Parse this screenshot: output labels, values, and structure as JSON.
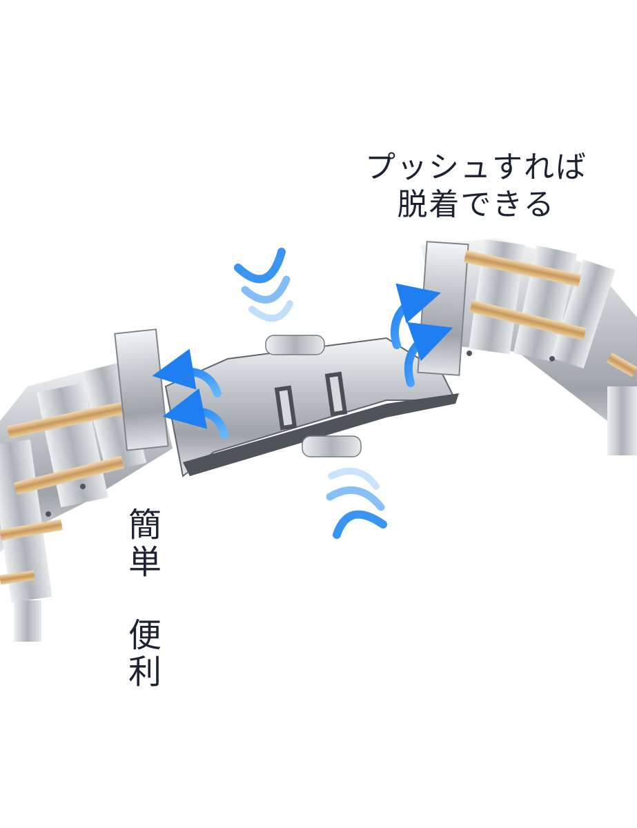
{
  "captions": {
    "push_line1": "プッシュすれば",
    "push_line2": "脱着できる",
    "vertical_1": "簡",
    "vertical_2": "単",
    "vertical_3": "便",
    "vertical_4": "利"
  },
  "colors": {
    "steel": "#b9bec4",
    "steel_dark": "#6b7076",
    "gold": "#cfa468",
    "arrow_blue": "#2e8ff0",
    "text": "#1c2233"
  },
  "icons": [
    "curved-arrow-icon",
    "press-wave-icon"
  ]
}
